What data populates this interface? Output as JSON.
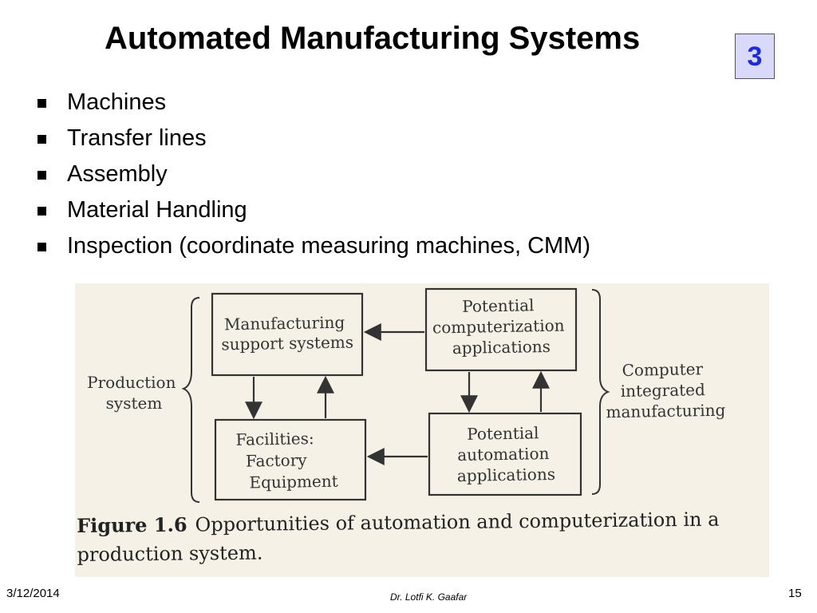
{
  "slide": {
    "title": "Automated Manufacturing Systems",
    "badge_number": "3"
  },
  "bullets": [
    "Machines",
    "Transfer lines",
    "Assembly",
    "Material Handling",
    "Inspection (coordinate measuring machines, CMM)"
  ],
  "figure": {
    "boxes": {
      "support_systems": [
        "Manufacturing",
        "support systems"
      ],
      "facilities": [
        "Facilities:",
        "Factory",
        "Equipment"
      ],
      "computerization": [
        "Potential",
        "computerization",
        "applications"
      ],
      "automation": [
        "Potential",
        "automation",
        "applications"
      ]
    },
    "left_brace_label": [
      "Production",
      "system"
    ],
    "right_brace_label": [
      "Computer",
      "integrated",
      "manufacturing"
    ],
    "caption_label": "Figure 1.6",
    "caption_text": "Opportunities of automation and computerization in a production system."
  },
  "footer": {
    "date": "3/12/2014",
    "author": "Dr. Lotfi K. Gaafar",
    "page": "15"
  },
  "colors": {
    "badge_background": "#d9d9f9",
    "badge_text": "#1f2bd6",
    "scan_background": "#f6f1e6",
    "figure_ink": "#333333"
  }
}
